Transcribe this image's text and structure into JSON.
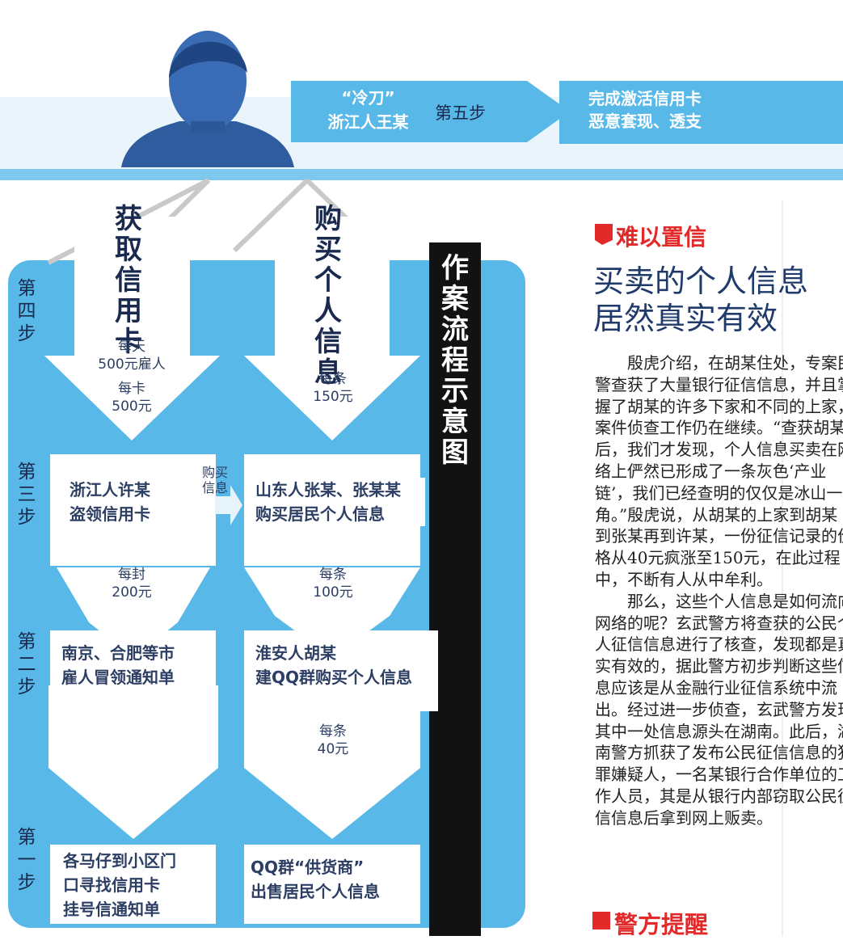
{
  "colors": {
    "accent_blue": "#58b8e8",
    "header_bar": "#7cc8ef",
    "red": "#e22a2a",
    "black_bar": "#121212",
    "ink": "#2c3e63"
  },
  "header": {
    "role_label": "“冷刀”",
    "person": "浙江人王某",
    "step5": "第五步",
    "result_line1": "完成激活信用卡",
    "result_line2": "恶意套现、透支"
  },
  "diagram": {
    "title_vertical": "作案流程示意图",
    "branch_left": "获取信用卡",
    "branch_right": "购买个人信息",
    "steps": {
      "s4": "第四步",
      "s3": "第三步",
      "s2": "第二步",
      "s1": "第一步"
    },
    "left_s4_tip": {
      "line1": "每天",
      "line2": "500元雇人",
      "line3": "每卡",
      "line4": "500元"
    },
    "right_s4_tip": {
      "line1": "每条",
      "line2": "150元"
    },
    "left_s3": {
      "line1": "浙江人许某",
      "line2": "盗领信用卡"
    },
    "buy_info_label": {
      "line1": "购买",
      "line2": "信息"
    },
    "right_s3": {
      "line1": "山东人张某、张某某",
      "line2": "购买居民个人信息"
    },
    "left_s3_tip": {
      "line1": "每封",
      "line2": "200元"
    },
    "right_s3_tip": {
      "line1": "每条",
      "line2": "100元"
    },
    "left_s2": {
      "line1": "南京、合肥等市",
      "line2": "雇人冒领通知单"
    },
    "right_s2": {
      "line1": "淮安人胡某",
      "line2": "建QQ群购买个人信息"
    },
    "right_s2_tip": {
      "line1": "每条",
      "line2": "40元"
    },
    "left_s1": {
      "line1": "各马仔到小区门",
      "line2": "口寻找信用卡",
      "line3": "挂号信通知单"
    },
    "right_s1": {
      "line1": "QQ群“供货商”",
      "line2": "出售居民个人信息"
    }
  },
  "article": {
    "section1_heading": "难以置信",
    "headline_line1": "买卖的个人信息",
    "headline_line2": "居然真实有效",
    "para1": "殷虎介绍，在胡某住处，专案民警查获了大量银行征信信息，并且掌握了胡某的许多下家和不同的上家，案件侦查工作仍在继续。“查获胡某后，我们才发现，个人信息买卖在网络上俨然已形成了一条灰色‘产业链’，我们已经查明的仅仅是冰山一角。”殷虎说，从胡某的上家到胡某到张某再到许某，一份征信记录的价格从40元疯涨至150元，在此过程中，不断有人从中牟利。",
    "para2": "那么，这些个人信息是如何流向网络的呢？玄武警方将查获的公民个人征信信息进行了核查，发现都是真实有效的，据此警方初步判断这些信息应该是从金融行业征信系统中流出。经过进一步侦查，玄武警方发现其中一处信息源头在湖南。此后，湖南警方抓获了发布公民征信信息的犯罪嫌疑人，一名某银行合作单位的工作人员，其是从银行内部窃取公民征信信息后拿到网上贩卖。",
    "section2_heading": "警方提醒"
  }
}
